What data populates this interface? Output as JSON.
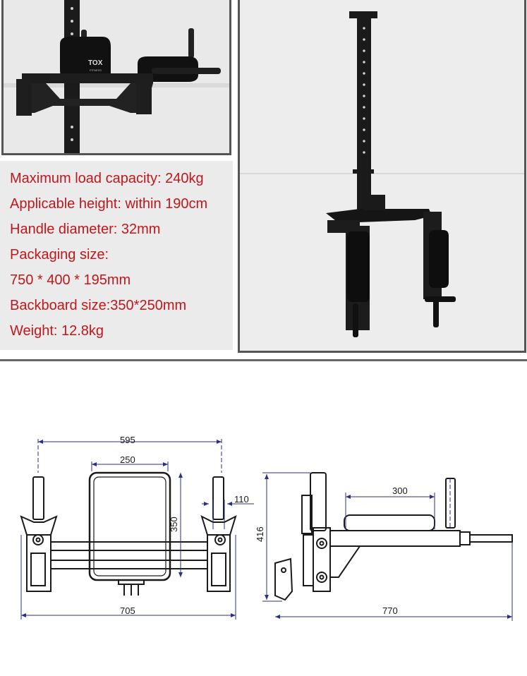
{
  "specs": {
    "max_load": "Maximum load capacity: 240kg",
    "height": "Applicable height: within 190cm",
    "handle": "Handle diameter: 32mm",
    "pack_label": "Packaging size:",
    "pack_value": "750 * 400 * 195mm",
    "backboard": "Backboard size:350*250mm",
    "weight": "Weight: 12.8kg"
  },
  "brand": {
    "logo": "TOX",
    "sub": "FITNESS"
  },
  "front_view": {
    "width_top": "595",
    "backboard_width": "250",
    "backboard_height": "350",
    "handle_offset": "110",
    "width_bottom": "705"
  },
  "side_view": {
    "height": "416",
    "pad_length": "300",
    "depth": "770"
  },
  "colors": {
    "spec_text": "#c0171b",
    "dimension": "#2b2f86",
    "frame": "#1a1a1a"
  }
}
